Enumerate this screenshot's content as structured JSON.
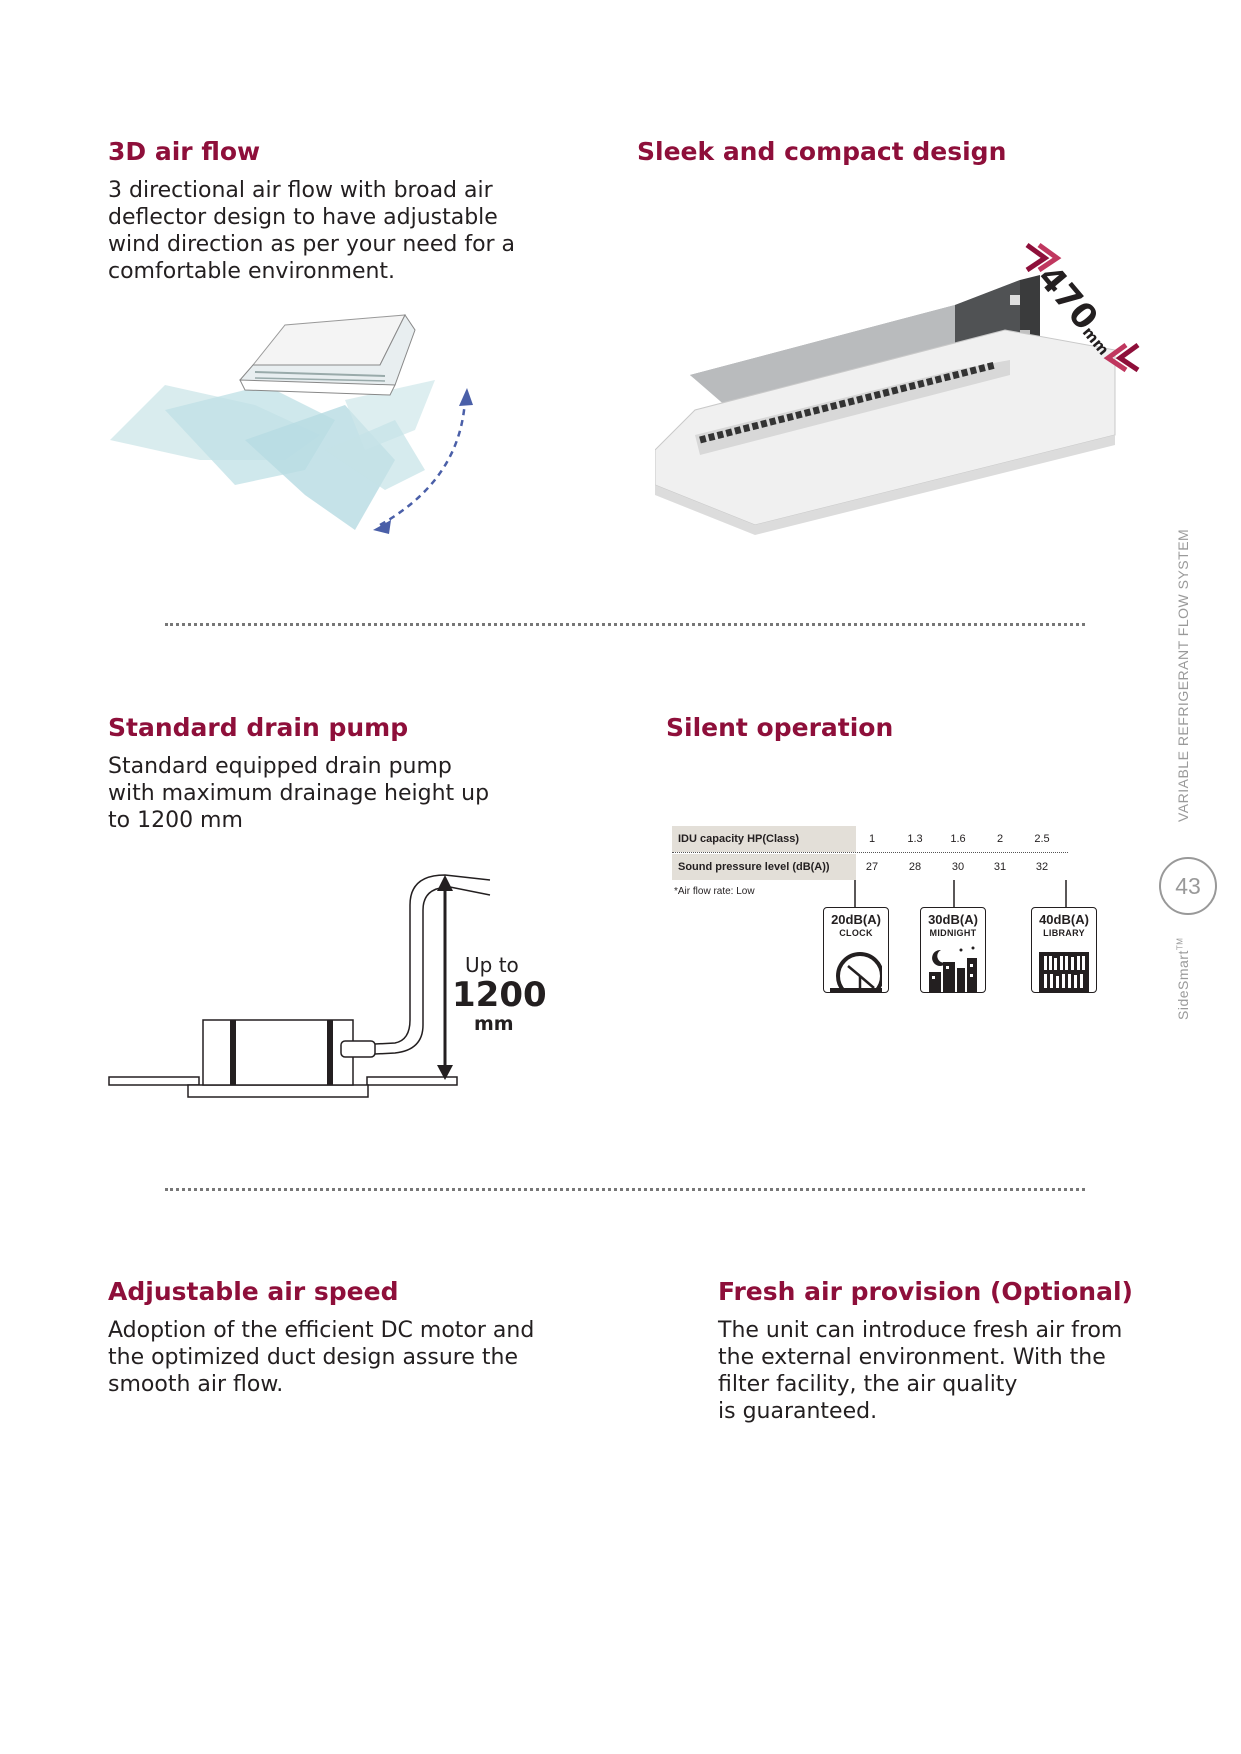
{
  "sections": {
    "airflow": {
      "title": "3D air flow",
      "lines": [
        "3 directional air flow with broad air",
        "deflector design to have adjustable",
        "wind direction as per your need for a",
        "comfortable environment."
      ]
    },
    "compact": {
      "title": "Sleek and compact design",
      "dimension_value": "470",
      "dimension_unit": "mm"
    },
    "drain": {
      "title": "Standard drain pump",
      "lines": [
        "Standard equipped drain pump",
        "with maximum drainage height up",
        "to 1200 mm"
      ],
      "diagram_upto": "Up to",
      "diagram_value": "1200",
      "diagram_unit": "mm"
    },
    "silent": {
      "title": "Silent operation",
      "table": {
        "row1_label": "IDU capacity HP(Class)",
        "row1_values": [
          "1",
          "1.3",
          "1.6",
          "2",
          "2.5"
        ],
        "row2_label": "Sound pressure level (dB(A))",
        "row2_values": [
          "27",
          "28",
          "30",
          "31",
          "32"
        ],
        "note": "*Air flow rate: Low"
      },
      "badges": [
        {
          "db": "20dB(A)",
          "name": "CLOCK",
          "icon": "clock-icon"
        },
        {
          "db": "30dB(A)",
          "name": "MIDNIGHT",
          "icon": "night-city-icon"
        },
        {
          "db": "40dB(A)",
          "name": "LIBRARY",
          "icon": "library-icon"
        }
      ]
    },
    "speed": {
      "title": "Adjustable air speed",
      "lines": [
        "Adoption of the efficient DC motor and",
        "the optimized duct design assure the",
        "smooth air flow."
      ]
    },
    "fresh": {
      "title": "Fresh air provision (Optional)",
      "lines": [
        "The unit can introduce fresh air from",
        "the external environment. With the",
        "filter facility, the air quality",
        "is guaranteed."
      ]
    }
  },
  "sidebar": {
    "category": "VARIABLE REFRIGERANT FLOW SYSTEM",
    "page_number": "43",
    "brand": "SideSmart",
    "brand_tm": "TM"
  },
  "colors": {
    "accent": "#8e0f3a",
    "text": "#231f20",
    "air": "#bfe0e6",
    "arrow": "#4a5fa8"
  }
}
